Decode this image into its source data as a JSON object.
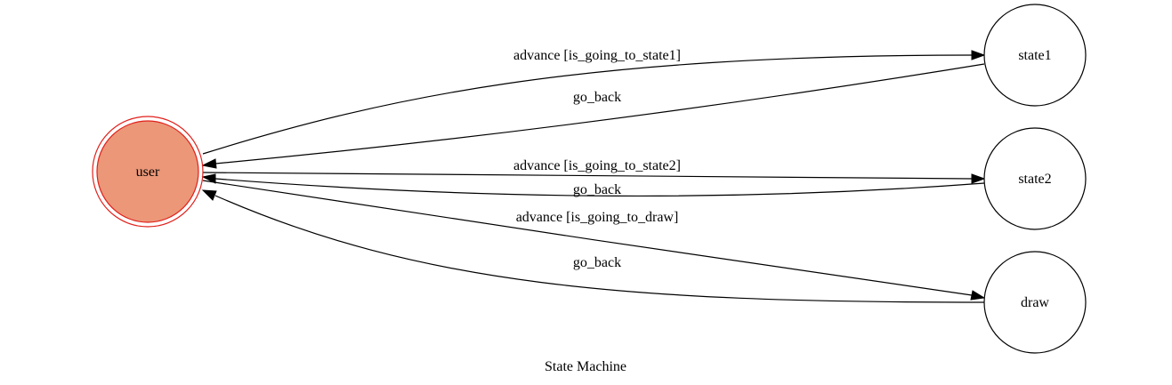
{
  "diagram": {
    "caption": "State Machine",
    "colors": {
      "initial_fill": "#eb9778",
      "initial_stroke": "#e0201b",
      "edge": "#000000",
      "node_stroke": "#000000"
    },
    "nodes": {
      "user": {
        "label": "user",
        "initial": true
      },
      "state1": {
        "label": "state1"
      },
      "state2": {
        "label": "state2"
      },
      "draw": {
        "label": "draw"
      }
    },
    "edges": [
      {
        "from": "user",
        "to": "state1",
        "label": "advance [is_going_to_state1]"
      },
      {
        "from": "state1",
        "to": "user",
        "label": "go_back"
      },
      {
        "from": "user",
        "to": "state2",
        "label": "advance [is_going_to_state2]"
      },
      {
        "from": "state2",
        "to": "user",
        "label": "go_back"
      },
      {
        "from": "user",
        "to": "draw",
        "label": "advance [is_going_to_draw]"
      },
      {
        "from": "draw",
        "to": "user",
        "label": "go_back"
      }
    ]
  }
}
